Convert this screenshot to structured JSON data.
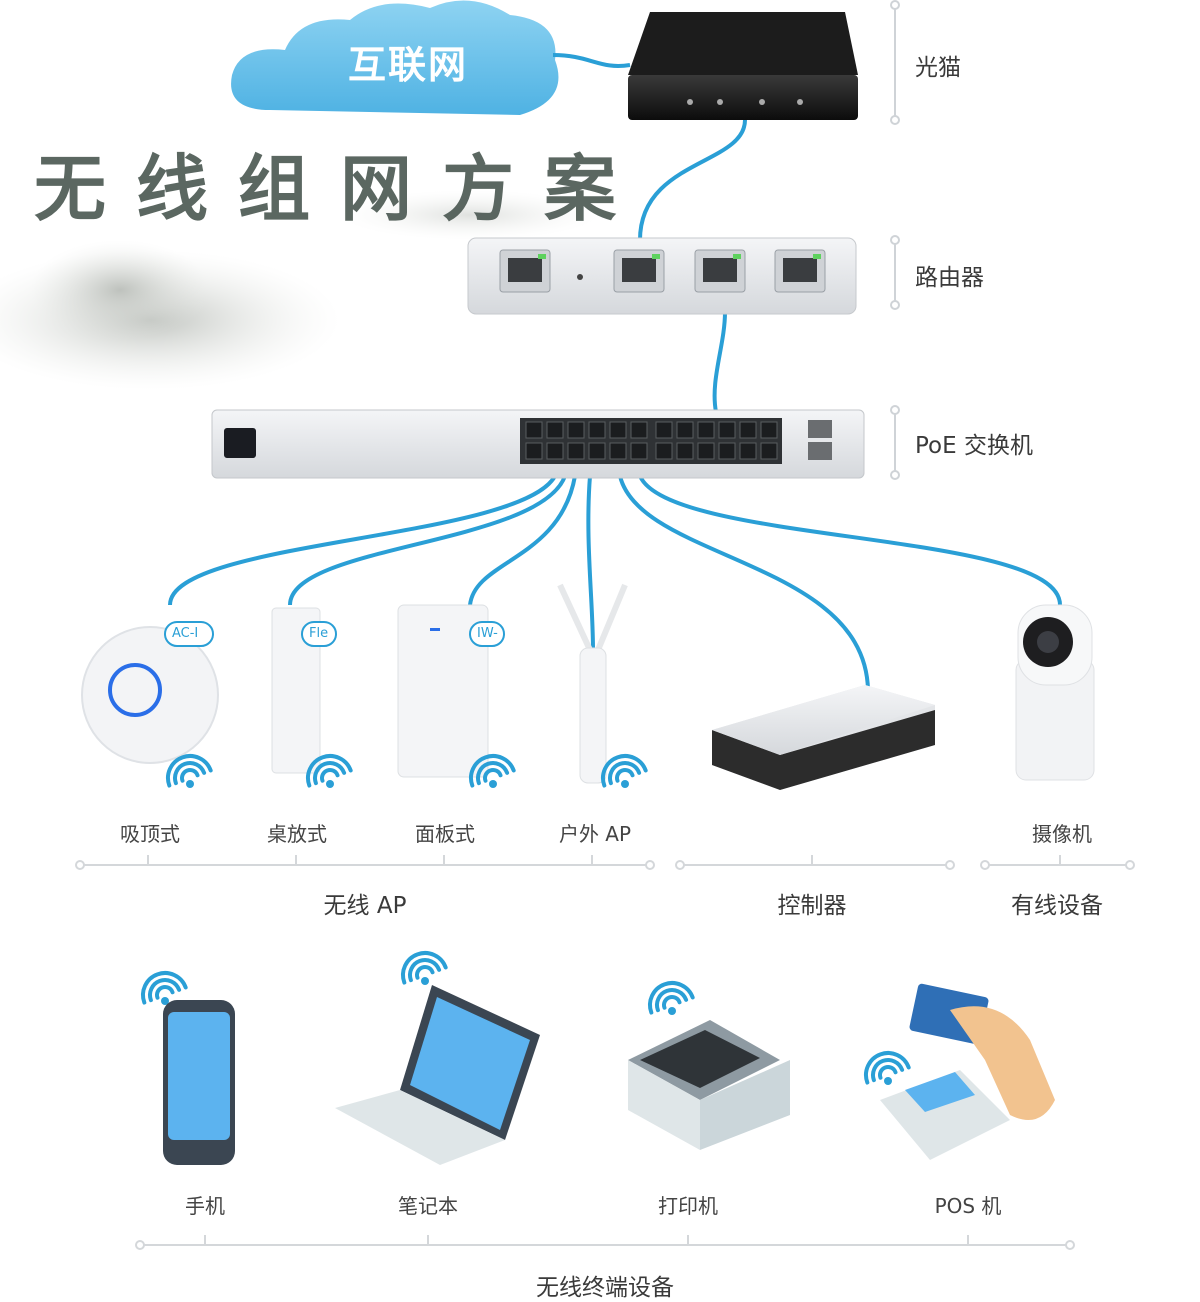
{
  "title": "无线组网方案",
  "internet": "互联网",
  "devices": {
    "modem": "光猫",
    "router": "路由器",
    "switch": "PoE 交换机"
  },
  "aps": [
    {
      "label": "吸顶式",
      "badge": "AC-I"
    },
    {
      "label": "桌放式",
      "badge": "Fle"
    },
    {
      "label": "面板式",
      "badge": "IW-"
    },
    {
      "label": "户外 AP",
      "badge": ""
    }
  ],
  "camera": "摄像机",
  "groups": {
    "wireless_ap": "无线 AP",
    "controller": "控制器",
    "wired": "有线设备",
    "terminals": "无线终端设备"
  },
  "terminals": [
    "手机",
    "笔记本",
    "打印机",
    "POS 机"
  ],
  "colors": {
    "cable": "#2a9fd6",
    "cloud": "#6cc3ea",
    "ring": "#2a6ee8"
  }
}
